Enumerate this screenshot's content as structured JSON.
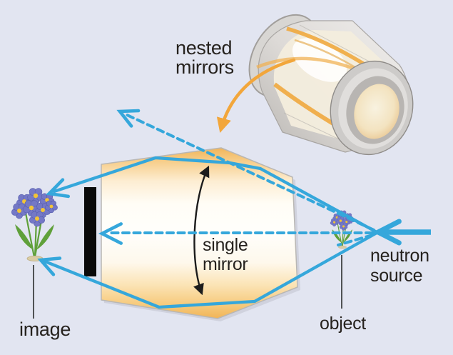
{
  "labels": {
    "nested_mirrors_line1": "nested",
    "nested_mirrors_line2": "mirrors",
    "single_mirror_line1": "single",
    "single_mirror_line2": "mirror",
    "neutron_source_line1": "neutron",
    "neutron_source_line2": "source",
    "image": "image",
    "object": "object"
  },
  "colors": {
    "background": "#e2e5f1",
    "ray_blue": "#35a7db",
    "arrow_orange": "#f2a63b",
    "mirror_orange": "#f0b254",
    "text": "#26221e",
    "beam_stop": "#0a0a0a",
    "flower_petal": "#7478c6",
    "flower_center": "#f2c437",
    "flower_green": "#5fa03a"
  },
  "parts": [
    "nested-mirrors-render",
    "nested-mirrors-pointer-arrow",
    "mirror-cross-section",
    "single-mirror-span-arrow",
    "beam-stop-bar",
    "image-flower",
    "object-flower",
    "neutron-source-arrow",
    "solid-ray-top",
    "solid-ray-bottom",
    "axial-dashed-ray",
    "escaping-dashed-ray",
    "object-dashed-ray"
  ]
}
